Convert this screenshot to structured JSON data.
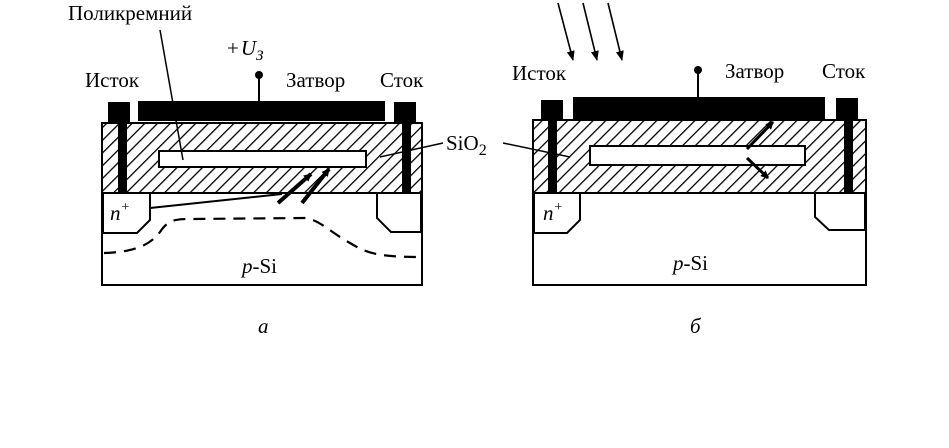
{
  "figure_a": {
    "polysilicon_label": "Поликремний",
    "voltage_label_prefix": "+",
    "voltage_label_symbol": "U",
    "voltage_label_subscript": "З",
    "source_label": "Исток",
    "gate_label": "Затвор",
    "drain_label": "Сток",
    "oxide_label": "SiO",
    "oxide_label_subscript": "2",
    "n_plus_label": "n",
    "n_plus_sup": "+",
    "substrate_label_italic": "p",
    "substrate_label": "-Si",
    "caption": "а"
  },
  "figure_b": {
    "source_label": "Исток",
    "gate_label": "Затвор",
    "drain_label": "Сток",
    "n_plus_label": "n",
    "n_plus_sup": "+",
    "substrate_label_italic": "p",
    "substrate_label": "-Si",
    "caption": "б"
  },
  "colors": {
    "ink": "#000000",
    "background": "#ffffff"
  }
}
